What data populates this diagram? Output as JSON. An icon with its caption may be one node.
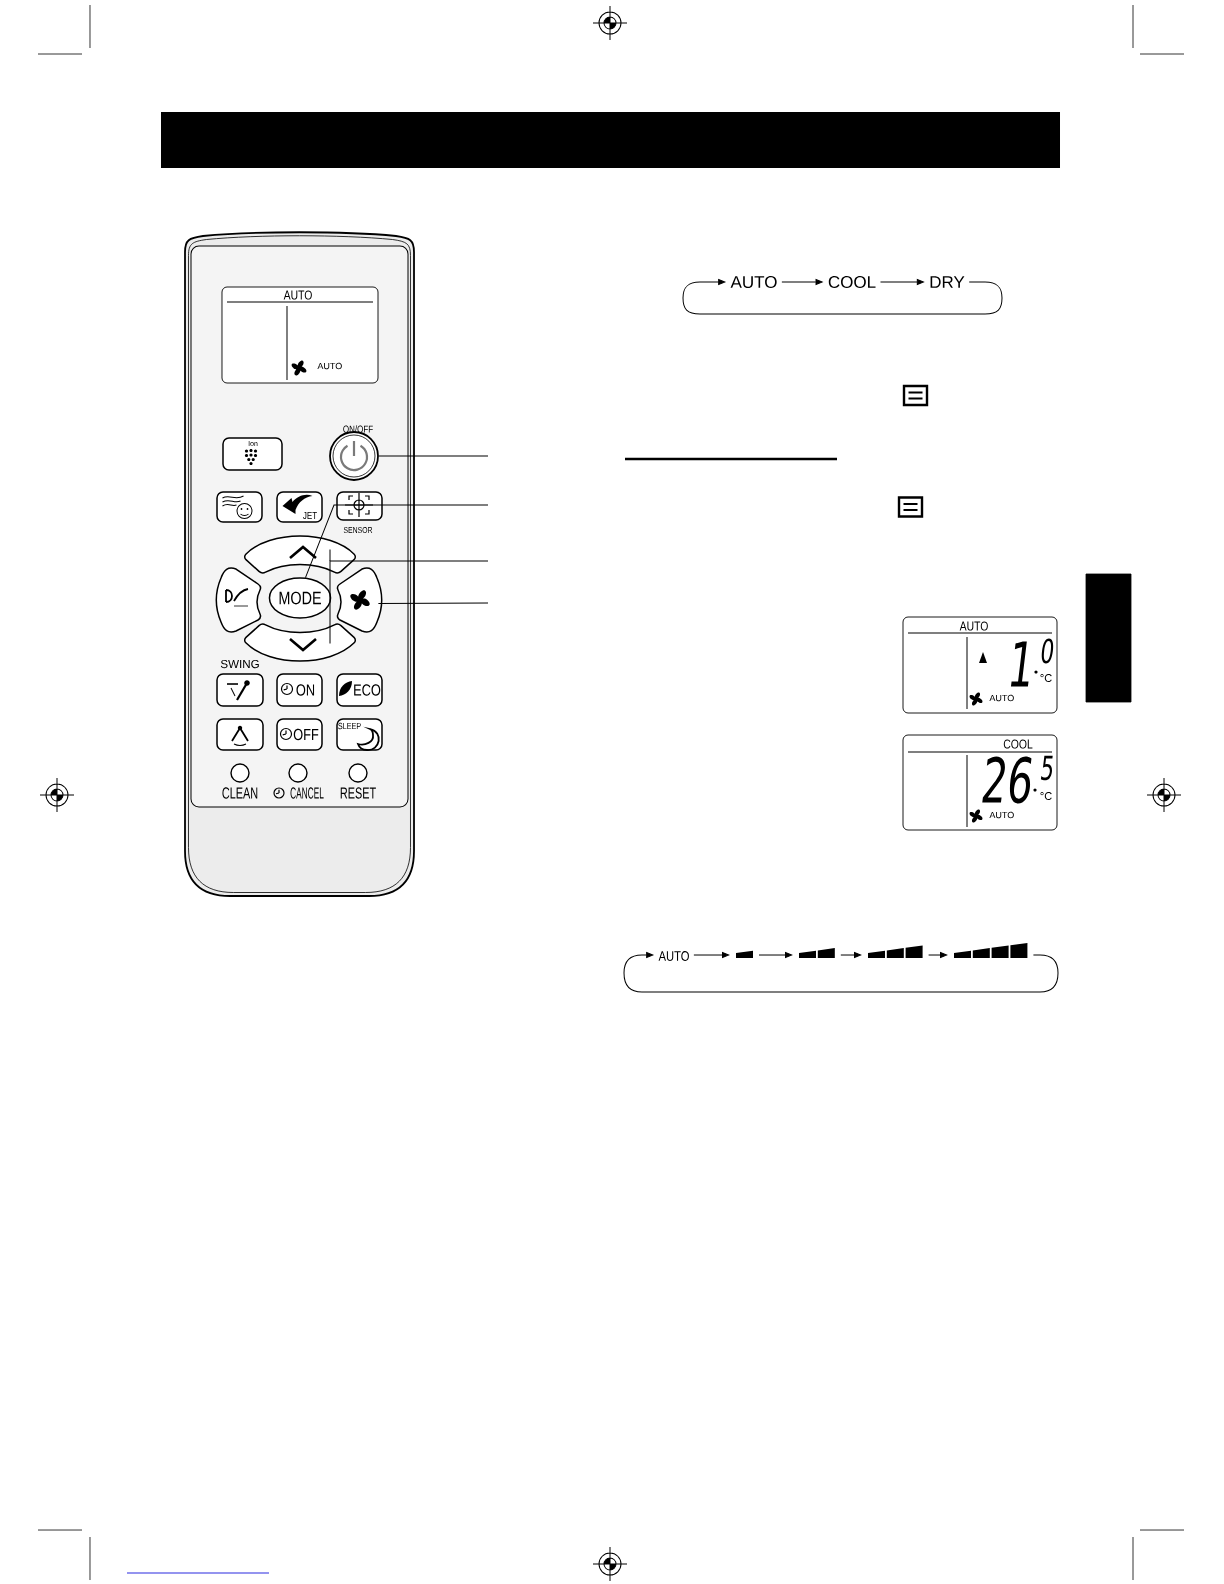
{
  "diagram": {
    "nodes": [
      {
        "text": [],
        "shape": "box"
      },
      {
        "text": [
          "AUTO",
          "AUTO"
        ],
        "in": 0
      },
      {
        "text": [
          "Ion"
        ],
        "in": 0
      },
      {
        "text": [],
        "shape": "circle",
        "beside": [
          "ON/OFF"
        ],
        "in": 0
      },
      {
        "text": [],
        "shape": "box",
        "in": 0
      },
      {
        "text": [
          "JET"
        ],
        "in": 0
      },
      {
        "text": [],
        "shape": "box",
        "beside": [
          "SENSOR"
        ],
        "in": 0
      },
      {
        "text": [],
        "shape": "box",
        "in": 0
      },
      {
        "text": [],
        "shape": "box",
        "in": 0
      },
      {
        "text": [
          "MODE"
        ],
        "in": 0
      },
      {
        "text": [],
        "shape": "box",
        "in": 0
      },
      {
        "text": [],
        "shape": "box",
        "in": 0
      },
      {
        "text": [],
        "shape": "box",
        "beside": [
          "SWING"
        ],
        "in": 0
      },
      {
        "text": [
          "ON"
        ],
        "in": 0
      },
      {
        "text": [
          "ECO"
        ],
        "in": 0
      },
      {
        "text": [],
        "shape": "box",
        "in": 0
      },
      {
        "text": [
          "OFF"
        ],
        "in": 0
      },
      {
        "text": [
          "SLEEP"
        ],
        "in": 0
      },
      {
        "text": [],
        "shape": "circle",
        "beside": [
          "CLEAN"
        ],
        "in": 0
      },
      {
        "text": [],
        "shape": "circle",
        "beside": [
          "CANCEL"
        ],
        "in": 0
      },
      {
        "text": [],
        "shape": "circle",
        "beside": [
          "RESET"
        ],
        "in": 0
      },
      {
        "text": [
          "AUTO"
        ]
      },
      {
        "text": [
          "COOL"
        ]
      },
      {
        "text": [
          "DRY"
        ]
      },
      {
        "text": [],
        "shape": "box"
      },
      {
        "text": [
          "AUTO",
          "1",
          "0",
          "°C",
          "AUTO"
        ]
      },
      {
        "text": [
          "COOL",
          "26",
          "5",
          "°C",
          "AUTO"
        ]
      },
      {
        "text": [
          "AUTO"
        ]
      },
      {
        "text": [],
        "shape": "bar"
      },
      {
        "text": [],
        "shape": "bar"
      },
      {
        "text": [],
        "shape": "bar"
      },
      {
        "text": [],
        "shape": "bar"
      }
    ],
    "edges": [
      {
        "from": null,
        "to": 3,
        "arrow": "none"
      },
      {
        "from": null,
        "to": 9,
        "arrow": "none"
      },
      {
        "from": null,
        "to": 7,
        "arrow": "none"
      },
      {
        "from": null,
        "to": 11,
        "arrow": "none"
      },
      {
        "from": null,
        "to": 10,
        "arrow": "none"
      },
      {
        "from": 21,
        "to": 22,
        "arrow": "to"
      },
      {
        "from": 22,
        "to": 23,
        "arrow": "to"
      },
      {
        "from": 23,
        "to": 21,
        "arrow": "to"
      },
      {
        "from": 27,
        "to": 28,
        "arrow": "to"
      },
      {
        "from": 28,
        "to": 29,
        "arrow": "to"
      },
      {
        "from": 29,
        "to": 30,
        "arrow": "to"
      },
      {
        "from": 30,
        "to": 31,
        "arrow": "to"
      },
      {
        "from": 31,
        "to": 27,
        "arrow": "to"
      }
    ]
  }
}
